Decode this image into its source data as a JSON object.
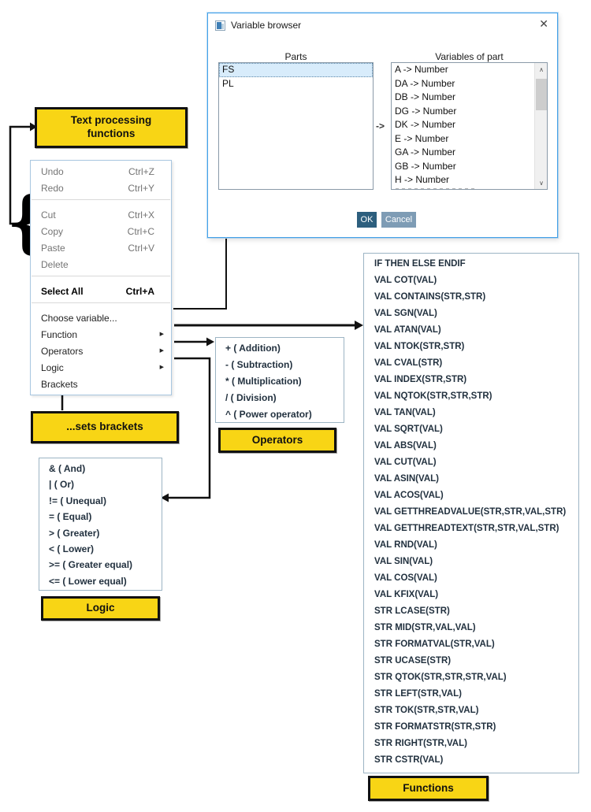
{
  "colors": {
    "annotation_yellow": "#f8d515",
    "dialog_border_blue": "#44a1e8",
    "ok_button": "#2d5f7e",
    "cancel_button": "#7e9cb5"
  },
  "dialog": {
    "title": "Variable browser",
    "close_glyph": "✕",
    "parts_label": "Parts",
    "vars_label": "Variables of part",
    "map_arrow": "->",
    "parts": [
      {
        "label": "FS",
        "cls": "selected"
      },
      {
        "label": "PL"
      }
    ],
    "variables": [
      "A -> Number",
      "DA -> Number",
      "DB -> Number",
      "DG -> Number",
      "DK -> Number",
      "E -> Number",
      "GA -> Number",
      "GB -> Number",
      "H -> Number"
    ],
    "scroll_up_glyph": "∧",
    "scroll_down_glyph": "∨",
    "ok_label": "OK",
    "cancel_label": "Cancel"
  },
  "annotations": {
    "text_processing": "Text processing\nfunctions",
    "sets_brackets": "...sets brackets",
    "operators": "Operators",
    "logic": "Logic",
    "functions": "Functions",
    "brace_glyph": "{"
  },
  "context_menu": {
    "items": [
      {
        "label": "Undo",
        "shortcut": "Ctrl+Z",
        "cls": "disabled"
      },
      {
        "label": "Redo",
        "shortcut": "Ctrl+Y",
        "cls": "disabled"
      },
      {
        "cls": "separator"
      },
      {
        "label": "Cut",
        "shortcut": "Ctrl+X",
        "cls": "disabled"
      },
      {
        "label": "Copy",
        "shortcut": "Ctrl+C",
        "cls": "disabled"
      },
      {
        "label": "Paste",
        "shortcut": "Ctrl+V",
        "cls": "disabled"
      },
      {
        "label": "Delete",
        "shortcut": "",
        "cls": "disabled"
      },
      {
        "cls": "separator"
      },
      {
        "label": "Select All",
        "shortcut": "Ctrl+A",
        "cls": "bold"
      },
      {
        "cls": "separator"
      },
      {
        "label": "Choose variable...",
        "shortcut": ""
      },
      {
        "label": "Function",
        "shortcut": "",
        "cls": "has-sub",
        "arrow": "▶"
      },
      {
        "label": "Operators",
        "shortcut": "",
        "cls": "has-sub",
        "arrow": "▶"
      },
      {
        "label": "Logic",
        "shortcut": "",
        "cls": "has-sub",
        "arrow": "▶"
      },
      {
        "label": "Brackets",
        "shortcut": ""
      }
    ]
  },
  "operators_menu": {
    "items": [
      "+ ( Addition)",
      "- ( Subtraction)",
      "* ( Multiplication)",
      "/ ( Division)",
      "^ ( Power operator)"
    ]
  },
  "logic_menu": {
    "items": [
      "& ( And)",
      "| ( Or)",
      "!= ( Unequal)",
      "= ( Equal)",
      "> ( Greater)",
      "< ( Lower)",
      ">= ( Greater equal)",
      "<= ( Lower equal)"
    ]
  },
  "functions_menu": {
    "items": [
      "IF THEN ELSE ENDIF",
      "VAL COT(VAL)",
      "VAL CONTAINS(STR,STR)",
      "VAL SGN(VAL)",
      "VAL ATAN(VAL)",
      "VAL NTOK(STR,STR)",
      "VAL CVAL(STR)",
      "VAL INDEX(STR,STR)",
      "VAL NQTOK(STR,STR,STR)",
      "VAL TAN(VAL)",
      "VAL SQRT(VAL)",
      "VAL ABS(VAL)",
      "VAL CUT(VAL)",
      "VAL ASIN(VAL)",
      "VAL ACOS(VAL)",
      "VAL GETTHREADVALUE(STR,STR,VAL,STR)",
      "VAL GETTHREADTEXT(STR,STR,VAL,STR)",
      "VAL RND(VAL)",
      "VAL SIN(VAL)",
      "VAL COS(VAL)",
      "VAL KFIX(VAL)",
      "STR LCASE(STR)",
      "STR MID(STR,VAL,VAL)",
      "STR FORMATVAL(STR,VAL)",
      "STR UCASE(STR)",
      "STR QTOK(STR,STR,STR,VAL)",
      "STR LEFT(STR,VAL)",
      "STR TOK(STR,STR,VAL)",
      "STR FORMATSTR(STR,STR)",
      "STR RIGHT(STR,VAL)",
      "STR CSTR(VAL)"
    ]
  }
}
